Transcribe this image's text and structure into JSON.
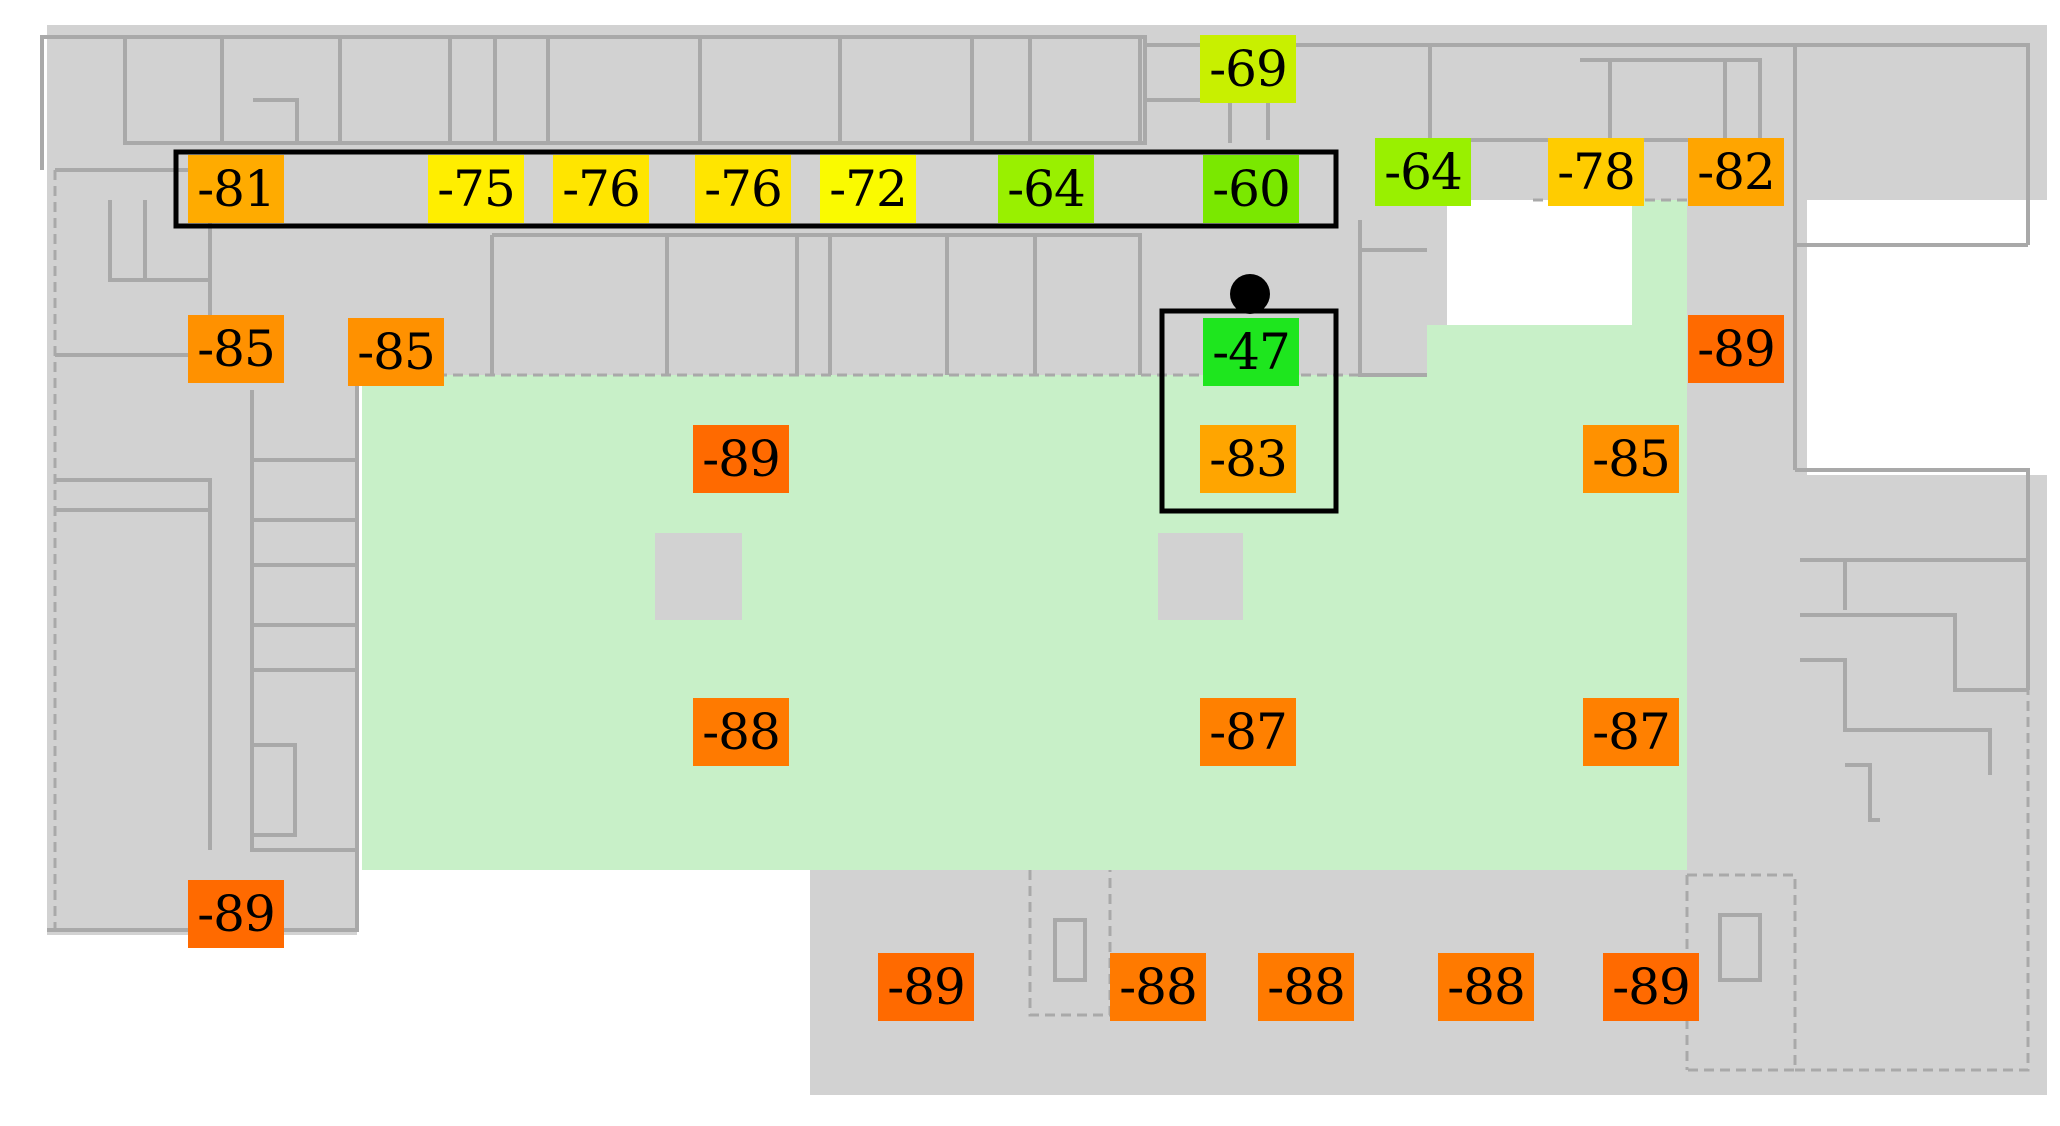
{
  "map": {
    "colors": {
      "building": "#d2d2d2",
      "wall": "#a9a9a9",
      "open_area": "#c8f0c8",
      "highlight_box": "#000000",
      "marker": "#000000"
    },
    "marker": {
      "icon": "access-point-dot"
    },
    "readings": [
      {
        "id": "r1",
        "value": "-69",
        "color": "#c8f000"
      },
      {
        "id": "r2",
        "value": "-81",
        "color": "#ffab00"
      },
      {
        "id": "r3",
        "value": "-75",
        "color": "#ffee00"
      },
      {
        "id": "r4",
        "value": "-76",
        "color": "#ffe500"
      },
      {
        "id": "r5",
        "value": "-76",
        "color": "#ffe500"
      },
      {
        "id": "r6",
        "value": "-72",
        "color": "#fafa00"
      },
      {
        "id": "r7",
        "value": "-64",
        "color": "#99f000"
      },
      {
        "id": "r8",
        "value": "-60",
        "color": "#7ae800"
      },
      {
        "id": "r9",
        "value": "-64",
        "color": "#99f000"
      },
      {
        "id": "r10",
        "value": "-78",
        "color": "#ffcc00"
      },
      {
        "id": "r11",
        "value": "-82",
        "color": "#ffa500"
      },
      {
        "id": "r12",
        "value": "-85",
        "color": "#ff9100"
      },
      {
        "id": "r13",
        "value": "-85",
        "color": "#ff9100"
      },
      {
        "id": "r14",
        "value": "-47",
        "color": "#1ee61e"
      },
      {
        "id": "r15",
        "value": "-89",
        "color": "#ff6a00"
      },
      {
        "id": "r16",
        "value": "-89",
        "color": "#ff6a00"
      },
      {
        "id": "r17",
        "value": "-83",
        "color": "#ffa500"
      },
      {
        "id": "r18",
        "value": "-85",
        "color": "#ff9100"
      },
      {
        "id": "r19",
        "value": "-88",
        "color": "#ff7a00"
      },
      {
        "id": "r20",
        "value": "-87",
        "color": "#ff8000"
      },
      {
        "id": "r21",
        "value": "-87",
        "color": "#ff8000"
      },
      {
        "id": "r22",
        "value": "-89",
        "color": "#ff6a00"
      },
      {
        "id": "r23",
        "value": "-89",
        "color": "#ff6a00"
      },
      {
        "id": "r24",
        "value": "-88",
        "color": "#ff7a00"
      },
      {
        "id": "r25",
        "value": "-88",
        "color": "#ff7a00"
      },
      {
        "id": "r26",
        "value": "-88",
        "color": "#ff7a00"
      },
      {
        "id": "r27",
        "value": "-89",
        "color": "#ff6a00"
      }
    ]
  }
}
